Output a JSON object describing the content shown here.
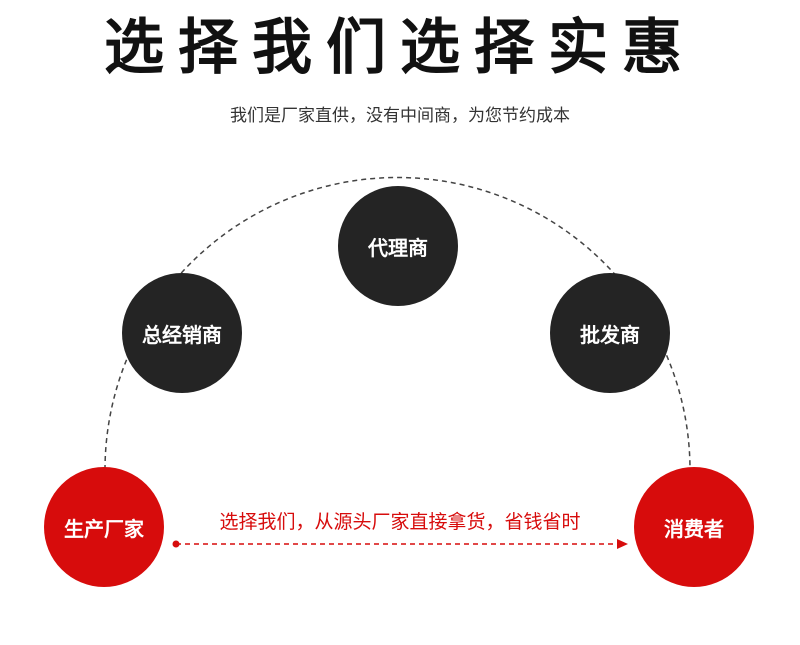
{
  "header": {
    "title": "选择我们选择实惠",
    "subtitle": "我们是厂家直供，没有中间商，为您节约成本"
  },
  "nodes": {
    "agent": "代理商",
    "general_distributor": "总经销商",
    "wholesaler": "批发商",
    "manufacturer": "生产厂家",
    "consumer": "消费者"
  },
  "flow": {
    "caption": "选择我们，从源头厂家直接拿货，省钱省时"
  },
  "colors": {
    "accent_red": "#d70c0c",
    "dark_circle": "#242424",
    "text_dark": "#111111"
  }
}
